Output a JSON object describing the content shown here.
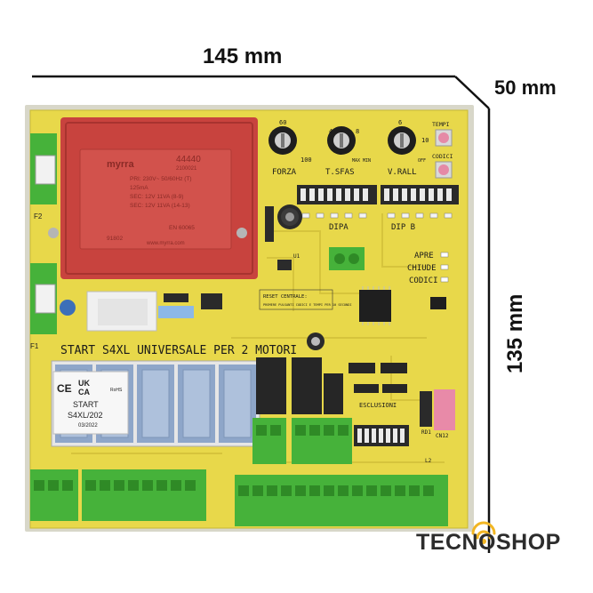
{
  "dimensions": {
    "width": "145 mm",
    "depth": "50 mm",
    "height": "135 mm"
  },
  "board": {
    "model_text": "START S4XL UNIVERSALE PER 2 MOTORI",
    "transformer": {
      "brand": "myrra",
      "part": "44440",
      "sub": "2100021",
      "pri": "PRI: 230V~ 50/60Hz (T)",
      "current": "125mA",
      "sec1": "SEC: 12V 11VA (8-9)",
      "sec2": "SEC: 12V 11VA (14-13)",
      "code": "91802",
      "norm": "EN 60065",
      "url": "www.myrra.com"
    },
    "trimmers": {
      "forza": "FORZA",
      "tsfas": "T.SFAS",
      "vrall": "V.RALL",
      "scale_60": "60",
      "scale_100": "100",
      "scale_4": "4",
      "scale_8": "8",
      "scale_6": "6",
      "scale_10": "10",
      "maxmin": "MAX MIN",
      "off": "OFF"
    },
    "buttons": {
      "tempi": "TEMPI",
      "codici": "CODICI"
    },
    "dip": {
      "dipa": "DIPA",
      "dipb": "DIP B"
    },
    "leds": {
      "apre": "APRE",
      "chiude": "CHIUDE",
      "codici": "CODICI"
    },
    "reset_note": "RESET CENTRALE:",
    "reset_note2": "PREMERE PULSANTI CODICI E TEMPI PER 10 SECONDI",
    "esclusioni": "ESCLUSIONI",
    "rd1": "RD1",
    "cn12": "CN12",
    "f2": "F2",
    "f1": "F1",
    "u1": "U1",
    "l2": "L2",
    "relay_label": {
      "ce": "CE",
      "ukca_top": "UK",
      "ukca_bottom": "CA",
      "rohs": "RoHS",
      "start": "START",
      "model": "S4XL/202",
      "date": "03/2022"
    }
  },
  "brand": {
    "logo_text": "TECNOSHOP"
  },
  "colors": {
    "pcb": "#e8d84a",
    "transformer": "#c8433e",
    "terminal": "#46b23a",
    "relay": "#8ea6c9",
    "logo_wave": "#f2b623"
  }
}
